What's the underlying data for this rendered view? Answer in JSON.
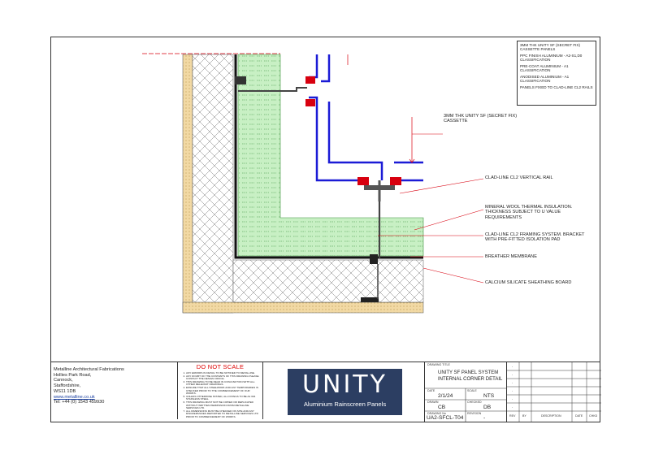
{
  "notes": {
    "items": [
      "3MM THK UNITY SF (SECRET FIX) CASSETTE PANELS",
      "PPC FINISH ALUMINIUM - A2-S1,D0 CLASSIFICATION",
      "PRE-COAT ALUMINIUM - A1 CLASSIFICATION",
      "ANODISED ALUMINIUM - A1 CLASSIFICATION",
      "PANELS FIXED TO CLAD-LINE CL2 RAILS"
    ]
  },
  "labels": {
    "cassette": "3MM THK UNITY SF (SECRET FIX)\nCASSETTE",
    "rail": "CLAD-LINE CL2 VERTICAL RAIL",
    "insulation": "MINERAL WOOL THERMAL INSULATION.\nTHICKNESS SUBJECT TO U VALUE\nREQUIREMENTS",
    "bracket": "CLAD-LINE CL2 FRAMING SYSTEM. BRACKET\nWITH PRE-FITTED ISOLATION PAD",
    "membrane": "BREATHER MEMBRANE",
    "board": "CALCIUM SILICATE SHEATHING BOARD"
  },
  "company": {
    "name": "Metalline Architectural Fabrications",
    "line1": "Hollies Park Road,",
    "line2": "Cannock,",
    "line3": "Staffordshire,",
    "line4": "WS11 1DB",
    "web": "www.metalline.co.uk",
    "tel": "Tel: +44 (0) 1543 459930"
  },
  "dns": {
    "title": "DO NOT SCALE",
    "notes": [
      "ANY ERRORS IN DETAIL TO BE NOTIFIED TO METALLINE.",
      "ANY DOUBT OF THE CONTENTS OF THIS DRAWING PLEASE CONTACT THE DESIGN OFFICE.",
      "THIS DRAWING TO BE READ IN CONJUNCTION WITH ALL OTHER RELEVANT DRAWINGS.",
      "ENSURE THAT ALL STEELWORK AND ANY TEMPORARIES IS CHECKED PRIOR TO THE COMMENCEMENT OF OUR WORKS.",
      "UNLESS OTHERWISE STATED, ALL FIXINGS TO BE A2 304 STAINLESS STEEL.",
      "THIS DRAWING MUST NOT BE COPIED OR REPLICATED WITHOUT WRITTEN PERMISSION FROM METALLINE SERVICES LTD.",
      "ALL DIMENSIONS MUST BE CHECKED ON SITE AND ANY DISCREPANCIES REPORTED TO METALLINE SERVICES LTD PRIOR TO COMMENCEMENT OF WORKS."
    ]
  },
  "logo": {
    "title": "UNITY",
    "subtitle": "Aluminium Rainscreen Panels"
  },
  "titleblock": {
    "drawing_title_label": "DRAWING TITLE",
    "title1": "UNITY SF PANEL SYSTEM",
    "title2": "INTERNAL CORNER DETAIL",
    "date_label": "DATE",
    "date": "2/1/24",
    "scale_label": "SCALE",
    "scale": "NTS",
    "drawn_label": "DRAWN",
    "drawn": "CB",
    "checked_label": "CHECKED",
    "checked": "DB",
    "drawing_no_label": "DRAWING No",
    "drawing_no": "UA2-SFCL-T04",
    "revision_label": "REVISION",
    "revision": "-"
  },
  "revisions": {
    "rows": [
      "-",
      "-",
      "-",
      "-",
      "-",
      "-"
    ],
    "headers": [
      "REV",
      "BY",
      "DESCRIPTION",
      "DATE",
      "CHKD"
    ]
  },
  "colors": {
    "annotation": "#d8000f",
    "rail": "#1b1bd6",
    "insulation": "#c8f0c4",
    "board": "#f2d9a4"
  }
}
